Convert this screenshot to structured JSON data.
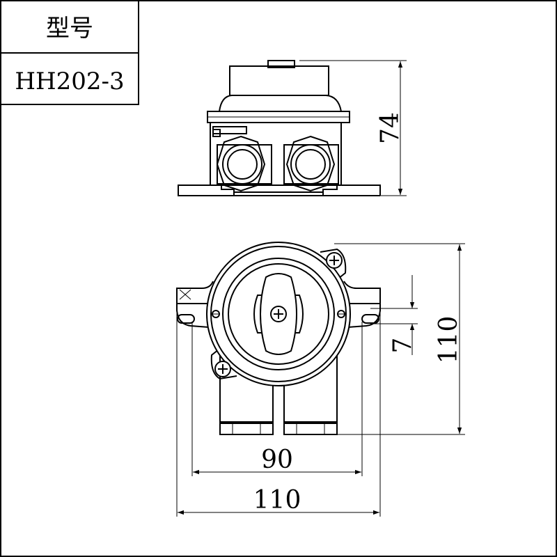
{
  "title_block": {
    "label": "型号",
    "model": "HH202-3"
  },
  "dimensions": {
    "side_height": "74",
    "front_height": "110",
    "slot_width": "7",
    "hole_spacing": "90",
    "overall_width": "110"
  },
  "colors": {
    "line": "#000000",
    "background": "#ffffff"
  }
}
